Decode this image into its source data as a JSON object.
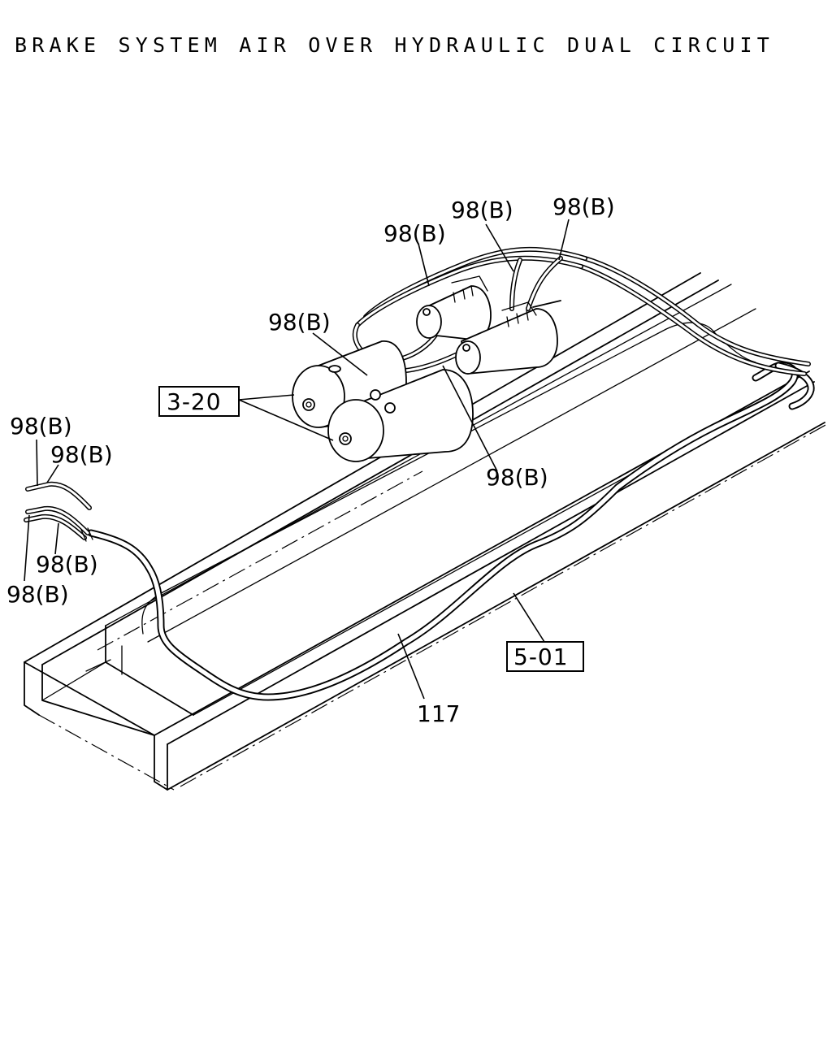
{
  "title": "BRAKE SYSTEM AIR OVER HYDRAULIC DUAL CIRCUIT",
  "callouts": {
    "c1": "98(B)",
    "c2": "98(B)",
    "c3": "98(B)",
    "c4": "98(B)",
    "c5": "98(B)",
    "c6": "98(B)",
    "c7": "98(B)",
    "c8": "98(B)",
    "c9": "98(B)",
    "c10": "117"
  },
  "references": {
    "r1": "3-20",
    "r2": "5-01"
  }
}
